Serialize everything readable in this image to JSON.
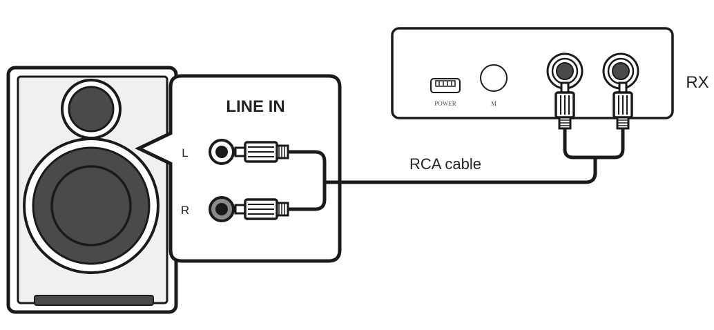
{
  "labels": {
    "line_in": "LINE IN",
    "left": "L",
    "right": "R",
    "cable": "RCA cable",
    "receiver": "RX",
    "power": "POWER",
    "m": "M"
  },
  "colors": {
    "outline": "#1a1a1a",
    "speaker_fill": "#f0f0f0",
    "driver_dark": "#4a4a4a",
    "jack_ring": "#8a8a8a"
  }
}
